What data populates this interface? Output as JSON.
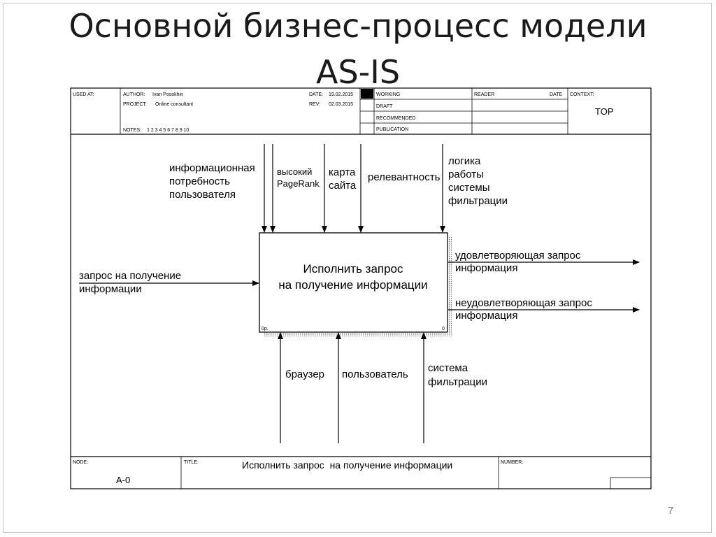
{
  "slide": {
    "title_line1": "Основной бизнес-процесс модели",
    "title_line2": "AS-IS",
    "page_number": "7"
  },
  "header": {
    "used_at_label": "USED AT:",
    "author_label": "AUTHOR:",
    "author_value": "Ivan Posokhin",
    "project_label": "PROJECT:",
    "project_value": "Online consultant",
    "notes_label": "NOTES:",
    "notes_value": "1 2 3 4 5 6 7 8 9 10",
    "date_label": "DATE:",
    "date_value": "19.02.2015",
    "rev_label": "REV:",
    "rev_value": "02.03.2015",
    "status": [
      "WORKING",
      "DRAFT",
      "RECOMMENDED",
      "PUBLICATION"
    ],
    "reader_label": "READER",
    "reader_date_label": "DATE",
    "context_label": "CONTEXT:",
    "context_value": "TOP"
  },
  "activity": {
    "line1": "Исполнить запрос",
    "line2": "на получение информации",
    "corner_left": "0р.",
    "corner_right": "0"
  },
  "controls": [
    {
      "lines": [
        "информационная",
        "потребность",
        "пользователя"
      ]
    },
    {
      "lines": [
        "высокий",
        "PageRank"
      ]
    },
    {
      "lines": [
        "карта",
        "сайта"
      ]
    },
    {
      "lines": [
        "релевантность"
      ]
    },
    {
      "lines": [
        "логика",
        "работы",
        "системы",
        "фильтрации"
      ]
    }
  ],
  "inputs": [
    {
      "lines": [
        "запрос на получение",
        "информации"
      ]
    }
  ],
  "outputs": [
    {
      "lines": [
        "удовлетворяющая запрос",
        "информация"
      ]
    },
    {
      "lines": [
        "неудовлетворяющая запрос",
        "информация"
      ]
    }
  ],
  "mechanisms": [
    {
      "lines": [
        "браузер"
      ]
    },
    {
      "lines": [
        "пользователь"
      ]
    },
    {
      "lines": [
        "система",
        "фильтрации"
      ]
    }
  ],
  "footer": {
    "node_label": "NODE:",
    "node_value": "A-0",
    "title_label": "TITLE:",
    "title_value": "Исполнить запрос  на получение информации",
    "number_label": "NUMBER:"
  },
  "colors": {
    "line": "#000000",
    "frame": "#c8c8c8",
    "shadow": "#9a9a9a"
  }
}
